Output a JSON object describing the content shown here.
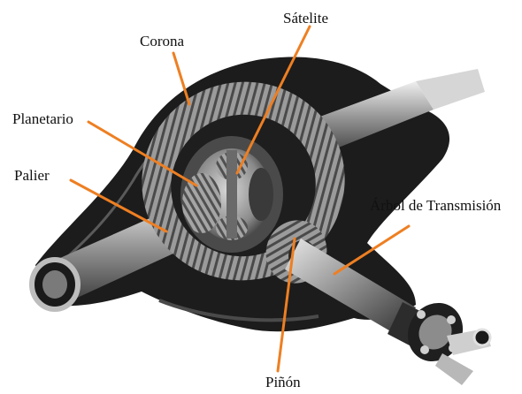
{
  "labels": {
    "corona": "Corona",
    "satelite": "Sátelite",
    "planetario": "Planetario",
    "palier": "Palier",
    "arbol": "Árbol de Transmisión",
    "pinon": "Piñón"
  },
  "colors": {
    "leader": "#ee7f22",
    "housing": "#222222",
    "gear": "#8a8a8a",
    "shaft": "#bdbdbd"
  }
}
